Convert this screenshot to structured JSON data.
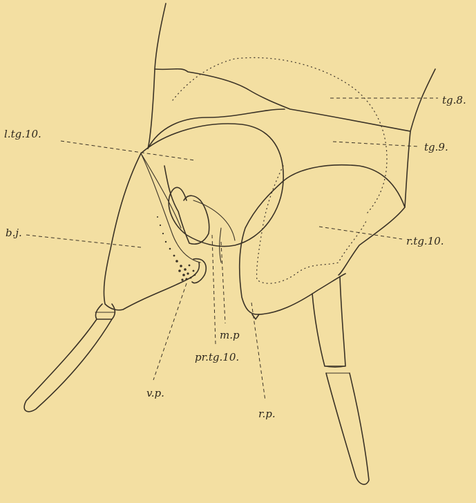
{
  "labels": {
    "tg8": "tg.8.",
    "ltg10": "l.tg.10.",
    "tg9": "tg.9.",
    "bj": "b.j.",
    "rtg10": "r.tg.10.",
    "mp": "m.p",
    "prtg10": "pr.tg.10.",
    "vp": "v.p.",
    "rp": "r.p."
  },
  "colors": {
    "paper": "#f3dfa2",
    "ink": "#3a3226"
  }
}
